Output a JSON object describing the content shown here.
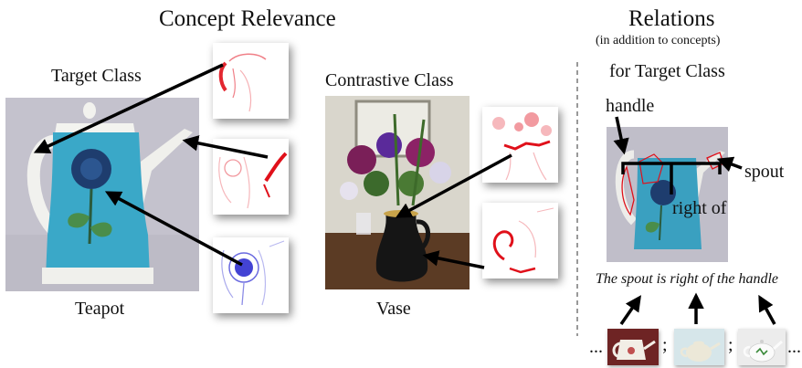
{
  "headings": {
    "concept_relevance": "Concept Relevance",
    "relations": "Relations",
    "relations_note": "(in addition to concepts)",
    "for_target_class": "for Target Class"
  },
  "left_panel": {
    "target_class_label": "Target Class",
    "target_name": "Teapot",
    "contrastive_class_label": "Contrastive Class",
    "contrastive_name": "Vase"
  },
  "relations_panel": {
    "handle_label": "handle",
    "spout_label": "spout",
    "relation_label": "right of",
    "caption": "The spout is right of the handle",
    "separators": [
      "...",
      ";",
      ";",
      "..."
    ]
  },
  "colors": {
    "relevance_red": "#e0101a",
    "relevance_blue": "#2222cc",
    "teapot_body": "#3aa8c8",
    "arrow": "#000000",
    "divider": "#333333"
  }
}
